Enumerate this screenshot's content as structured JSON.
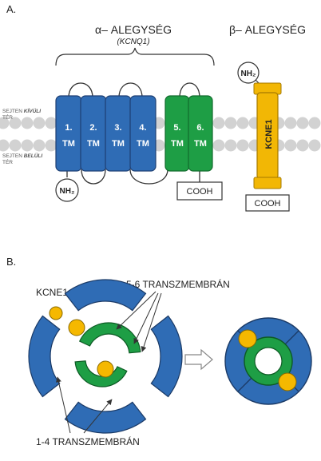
{
  "panel_a": {
    "label": "A.",
    "alpha_title": "α– ALEGYSÉG",
    "alpha_subtitle": "(KCNQ1)",
    "beta_title": "β– ALEGYSÉG",
    "extracellular": {
      "line1_prefix": "SEJTEN ",
      "line1_emph": "KÍVÜLI",
      "line2": "TÉR"
    },
    "intracellular": {
      "line1_prefix": "SEJTEN ",
      "line1_emph": "BELÜLI",
      "line2": "TÉR"
    },
    "alpha_segments": [
      {
        "number": "1.",
        "abbr": "TM",
        "color": "#2f6cb5"
      },
      {
        "number": "2.",
        "abbr": "TM",
        "color": "#2f6cb5"
      },
      {
        "number": "3.",
        "abbr": "TM",
        "color": "#2f6cb5"
      },
      {
        "number": "4.",
        "abbr": "TM",
        "color": "#2f6cb5"
      },
      {
        "number": "5.",
        "abbr": "TM",
        "color": "#1e9e45"
      },
      {
        "number": "6.",
        "abbr": "TM",
        "color": "#1e9e45"
      }
    ],
    "alpha_n_terminus": "NH₂",
    "alpha_c_terminus": "COOH",
    "beta_label": "KCNE1",
    "beta_n_terminus": "NH₂",
    "beta_c_terminus": "COOH",
    "colors": {
      "vsd": "#2f6cb5",
      "pore": "#1e9e45",
      "kcne1": "#f2b705",
      "membrane": "#d2d2d2"
    }
  },
  "panel_b": {
    "label": "B.",
    "kcne1_label": "KCNE1",
    "pore_label": "5-6 TRANSZMEMBRÁN",
    "vsd_label": "1-4 TRANSZMEMBRÁN"
  }
}
